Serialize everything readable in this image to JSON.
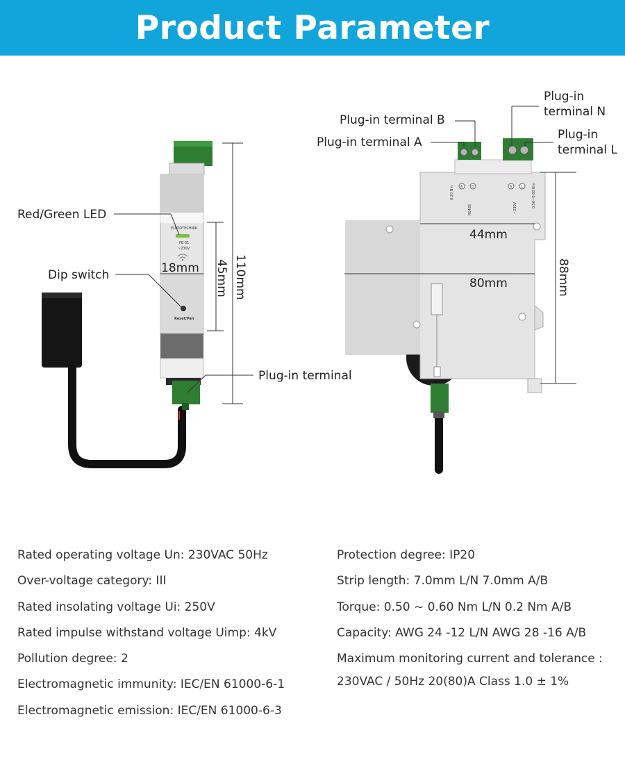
{
  "header": {
    "title": "Product Parameter",
    "background": "#12a5dc"
  },
  "diagram_labels": {
    "led": "Red/Green LED",
    "dip": "Dip switch",
    "plugin_bottom": "Plug-in terminal",
    "terminal_b": "Plug-in terminal B",
    "terminal_a": "Plug-in terminal A",
    "terminal_n_line1": "Plug-in",
    "terminal_n_line2": "terminal N",
    "terminal_l_line1": "Plug-in",
    "terminal_l_line2": "terminal L"
  },
  "dimensions": {
    "width_front": "18mm",
    "height_window": "45mm",
    "height_total": "110mm",
    "depth_top": "44mm",
    "depth_full": "80mm",
    "height_side": "88mm"
  },
  "device_print": {
    "brand": "ELTOOTECHNIK",
    "model": "PE-01",
    "voltage": "~230V",
    "reset": "Reset/Pair",
    "torque_b": "0.20 Nm",
    "rs485": "RS485",
    "torque_l": "0.50~0.60 Nm",
    "v230": "~230V",
    "b": "B",
    "a": "A",
    "n": "N",
    "l": "L"
  },
  "specs_left": [
    "Rated operating voltage Un: 230VAC   50Hz",
    "Over-voltage category: III",
    "Rated insolating voltage Ui: 250V",
    "Rated impulse withstand voltage Uimp: 4kV",
    "Pollution degree: 2",
    "Electromagnetic immunity: IEC/EN 61000-6-1",
    "Electromagnetic emission: IEC/EN 61000-6-3"
  ],
  "specs_right": [
    "Protection degree: IP20",
    "Strip length: 7.0mm  L/N   7.0mm  A/B",
    "Torque: 0.50 ~ 0.60 Nm L/N    0.2 Nm A/B",
    "Capacity: AWG 24 -12 L/N   AWG 28 -16  A/B",
    "Maximum monitoring current and tolerance :",
    "230VAC / 50Hz 20(80)A   Class 1.0 ± 1%"
  ]
}
